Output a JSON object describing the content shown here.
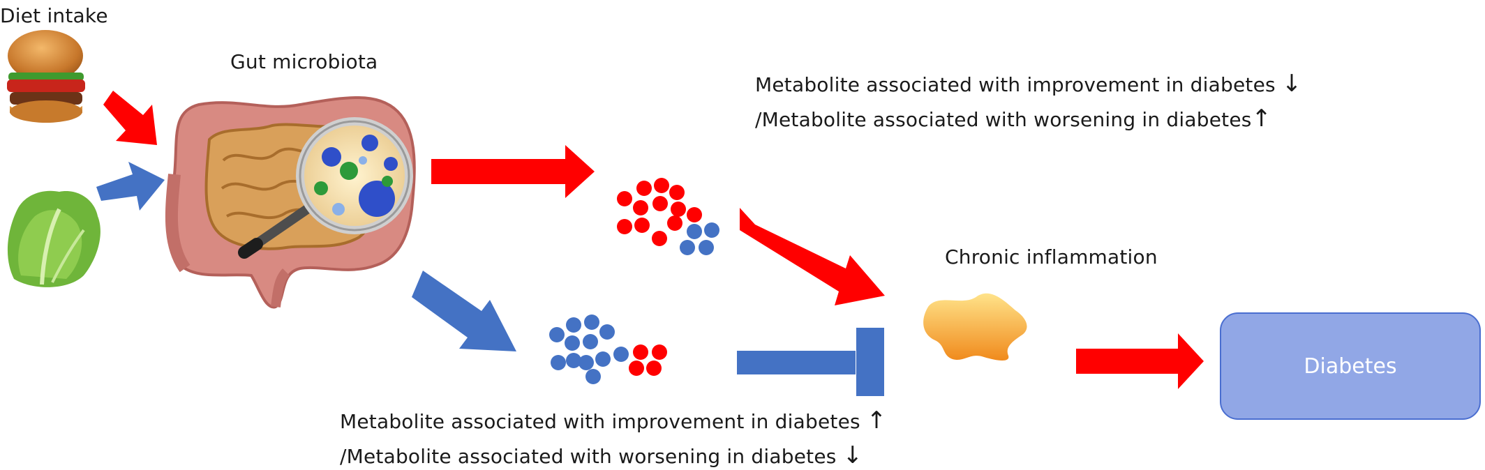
{
  "labels": {
    "diet_intake": "Diet intake",
    "gut_microbiota": "Gut microbiota",
    "chronic_inflammation": "Chronic inflammation",
    "diabetes": "Diabetes",
    "top_line1": "Metabolite associated with improvement in diabetes",
    "top_arrow1": "↓",
    "top_line2": "/Metabolite associated with worsening in diabetes",
    "top_arrow2": "↑",
    "bottom_line1": "Metabolite associated with improvement in diabetes",
    "bottom_arrow1": "↑",
    "bottom_line2": "/Metabolite associated with worsening in diabetes",
    "bottom_arrow2": "↓"
  },
  "colors": {
    "red": "#ff0000",
    "blue": "#4472c4",
    "diabetes_fill": "#91a7e6",
    "diabetes_border": "#4a6ed0"
  },
  "icons": [
    "hamburger-icon",
    "lettuce-icon",
    "intestine-icon",
    "magnifier-icon",
    "inflammation-blob-icon"
  ]
}
